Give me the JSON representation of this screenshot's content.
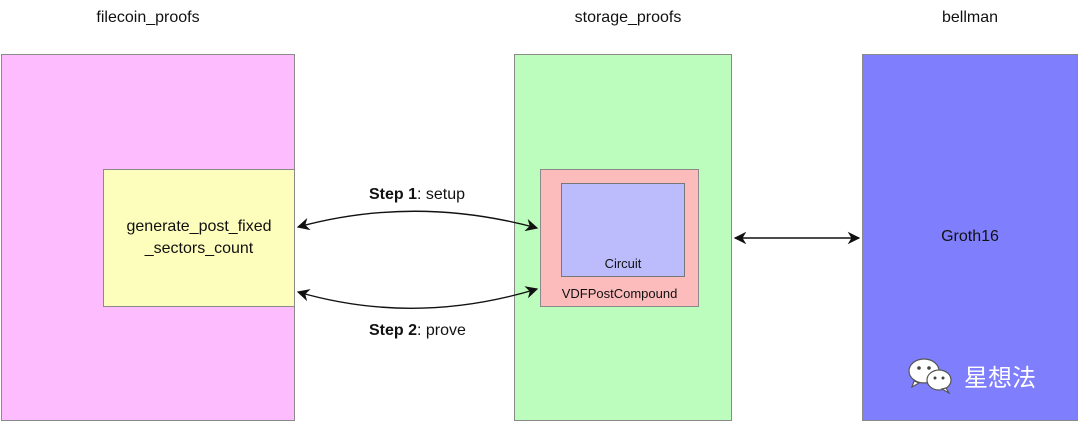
{
  "titles": {
    "filecoin_proofs": "filecoin_proofs",
    "storage_proofs": "storage_proofs",
    "bellman": "bellman"
  },
  "function_box": {
    "line1": "generate_post_fixed",
    "line2": "_sectors_count"
  },
  "circuit_label": "Circuit",
  "compound_label": "VDFPostCompound",
  "groth_label": "Groth16",
  "steps": [
    {
      "bold": "Step 1",
      "rest": ": setup"
    },
    {
      "bold": "Step 2",
      "rest": ": prove"
    }
  ],
  "watermark": {
    "text": "星想法",
    "icon": "wechat-icon"
  },
  "colors": {
    "filecoin_box": "#fdbcfd",
    "storage_box": "#bcfcbc",
    "bellman_box": "#7f7ffd",
    "function_box": "#fdfdbc",
    "compound_box": "#fdbcbc",
    "circuit_box": "#bcbcfd"
  }
}
